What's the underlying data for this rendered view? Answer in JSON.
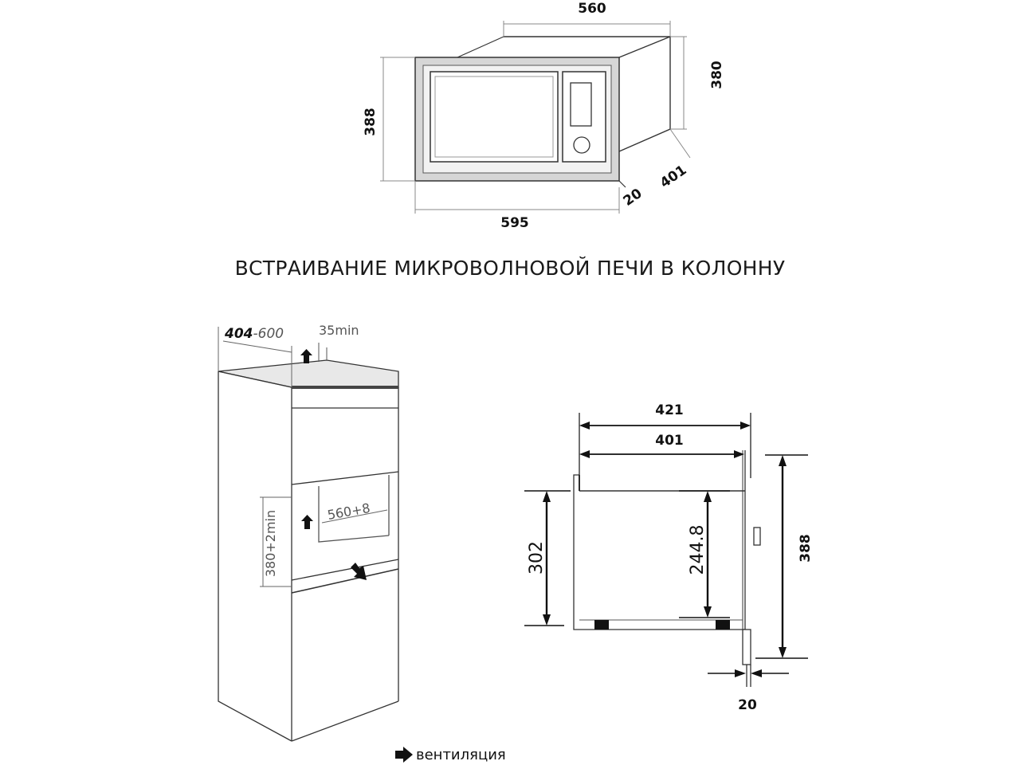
{
  "title": "ВСТРАИВАНИЕ МИКРОВОЛНОВОЙ ПЕЧИ В КОЛОННУ",
  "top_view": {
    "width_depth": "560",
    "height_body": "380",
    "height_front": "388",
    "width_front": "595",
    "depth": "401",
    "frame": "20"
  },
  "column_view": {
    "depth_bold": "404",
    "depth_rest": "-600",
    "gap_top": "35min",
    "niche_width": "560+8",
    "niche_height": "380+2min"
  },
  "side_view": {
    "depth_total": "421",
    "depth_body": "401",
    "height_inner": "302",
    "height_cavity": "244.8",
    "height_total": "388",
    "frame": "20"
  },
  "legend": {
    "ventilation": "вентиляция"
  }
}
